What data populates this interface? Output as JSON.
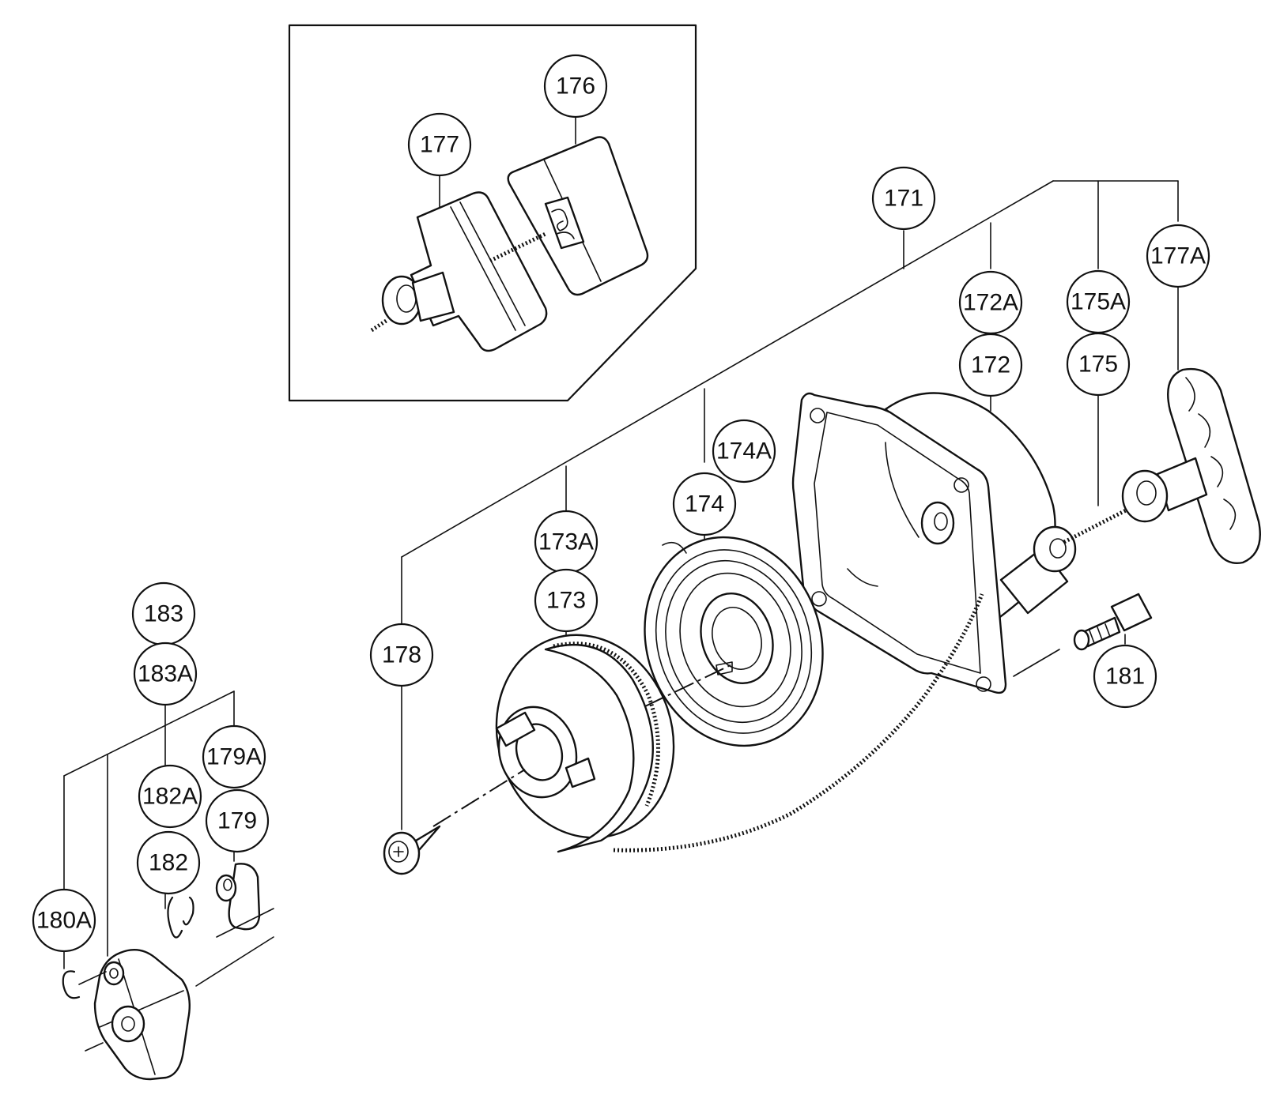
{
  "diagram": {
    "callouts": {
      "c171": "171",
      "c172a": "172A",
      "c172": "172",
      "c173a": "173A",
      "c173": "173",
      "c174a": "174A",
      "c174": "174",
      "c175a": "175A",
      "c175": "175",
      "c176": "176",
      "c177": "177",
      "c177a": "177A",
      "c178": "178",
      "c179a": "179A",
      "c179": "179",
      "c180a": "180A",
      "c181": "181",
      "c182a": "182A",
      "c182": "182",
      "c183": "183",
      "c183a": "183A"
    }
  }
}
